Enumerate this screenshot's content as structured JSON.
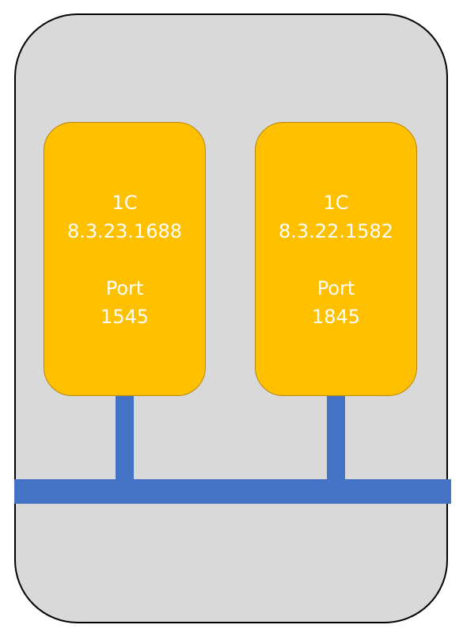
{
  "nodes": [
    {
      "name": "1C",
      "version": "8.3.23.1688",
      "port_label": "Port",
      "port_value": "1545"
    },
    {
      "name": "1C",
      "version": "8.3.22.1582",
      "port_label": "Port",
      "port_value": "1845"
    }
  ],
  "colors": {
    "server_background": "#d9d9d9",
    "node_fill": "#ffc000",
    "node_text": "#ffffff",
    "network_bus": "#4472c4"
  }
}
